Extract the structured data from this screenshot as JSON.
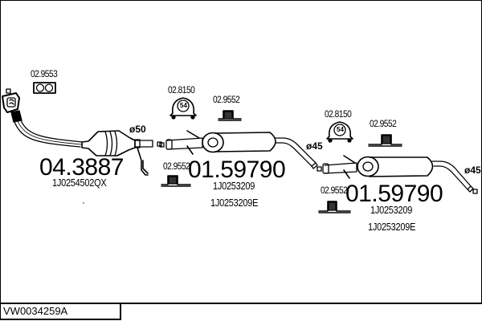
{
  "diagram": {
    "reference_code": "VW0034259A",
    "parts": [
      {
        "name": "catalytic-converter",
        "part_number": "04.3887",
        "oe_numbers": [
          "1J0254502QX"
        ],
        "diameter": "ø50",
        "accessories": [
          {
            "name": "flange-gasket",
            "part_number": "02.9553"
          }
        ]
      },
      {
        "name": "middle-silencer",
        "part_number": "01.59790",
        "oe_numbers": [
          "1J0253209",
          "1J0253209E"
        ],
        "diameter": "ø45",
        "accessories": [
          {
            "name": "clamp",
            "part_number": "02.8150",
            "size": "54"
          },
          {
            "name": "rubber-mount-top",
            "part_number": "02.9552"
          },
          {
            "name": "rubber-mount-bottom",
            "part_number": "02.9552"
          }
        ]
      },
      {
        "name": "rear-silencer",
        "part_number": "01.59790",
        "oe_numbers": [
          "1J0253209",
          "1J0253209E"
        ],
        "diameter": "ø45",
        "accessories": [
          {
            "name": "clamp",
            "part_number": "02.8150",
            "size": "54"
          },
          {
            "name": "rubber-mount-top",
            "part_number": "02.9552"
          },
          {
            "name": "rubber-mount-bottom",
            "part_number": "02.9552"
          }
        ]
      }
    ],
    "colors": {
      "line": "#000000",
      "background": "#ffffff"
    }
  }
}
